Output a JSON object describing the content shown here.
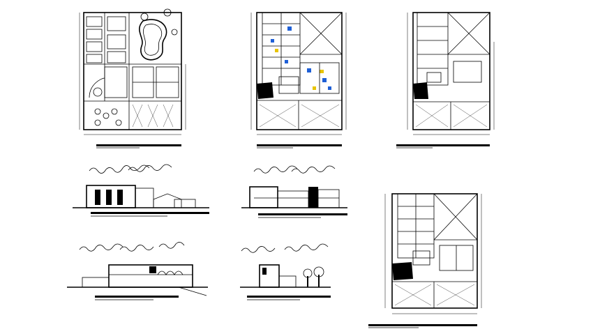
{
  "drawing": {
    "background": "#ffffff",
    "ink": "#000000",
    "accents": [
      "#1e5fd6",
      "#e8c400",
      "#d62828"
    ],
    "sheets": [
      {
        "id": "plan-1",
        "kind": "floor-plan"
      },
      {
        "id": "plan-2",
        "kind": "floor-plan"
      },
      {
        "id": "plan-3",
        "kind": "floor-plan"
      },
      {
        "id": "plan-4",
        "kind": "floor-plan"
      },
      {
        "id": "elevation-1",
        "kind": "elevation"
      },
      {
        "id": "elevation-2",
        "kind": "elevation"
      },
      {
        "id": "elevation-3",
        "kind": "elevation"
      },
      {
        "id": "elevation-4",
        "kind": "elevation"
      }
    ]
  }
}
